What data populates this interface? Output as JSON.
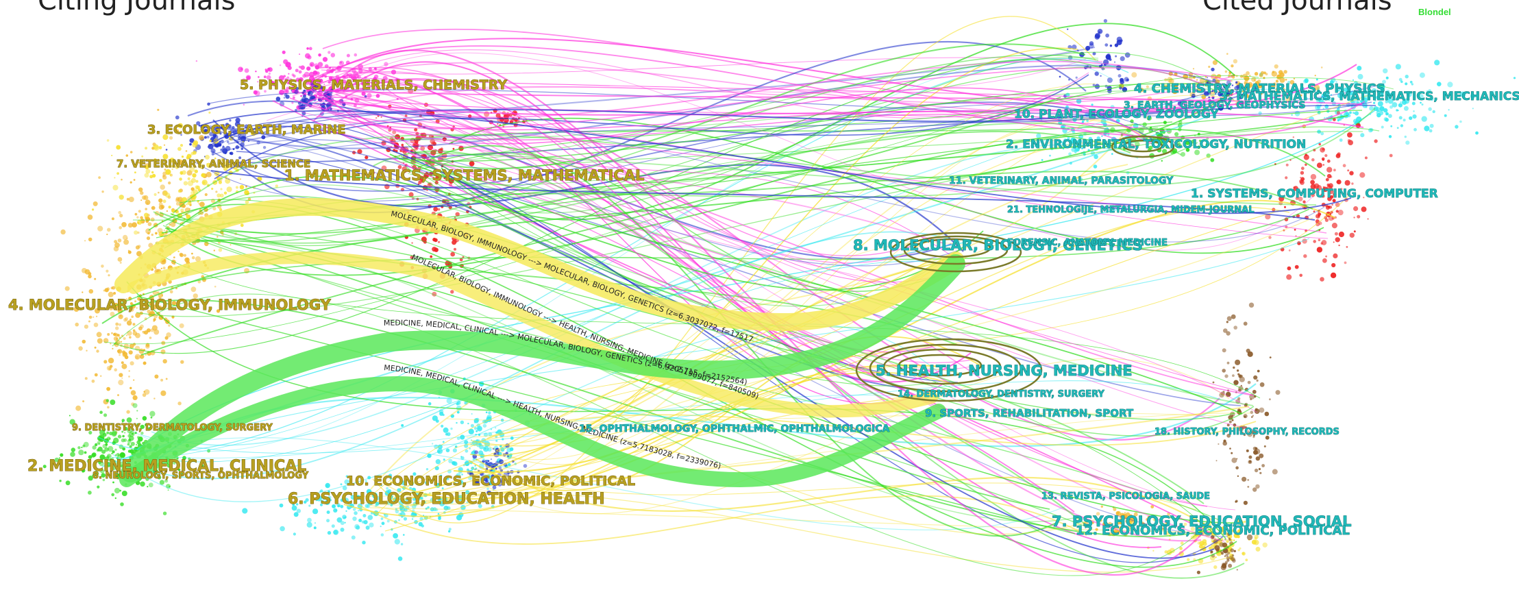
{
  "headers": {
    "left": "Citing Journals",
    "right": "Cited Journals",
    "algorithm": "Blondel"
  },
  "colors": {
    "magenta": "#ff33dd",
    "blue": "#2233cc",
    "red": "#ee2222",
    "yellow": "#f6e030",
    "orange": "#f2b830",
    "green": "#33dd22",
    "cyan": "#33e8f0",
    "brown": "#8a5a2a",
    "label_left": "#b8a020",
    "label_right": "#20b8b8",
    "ellipse": "#7a7a2a"
  },
  "left_labels": [
    {
      "id": "L5",
      "text": "5. PHYSICS, MATERIALS, CHEMISTRY"
    },
    {
      "id": "L3",
      "text": "3. ECOLOGY, EARTH, MARINE"
    },
    {
      "id": "L7",
      "text": "7. VETERINARY, ANIMAL, SCIENCE"
    },
    {
      "id": "L1",
      "text": "1. MATHEMATICS, SYSTEMS, MATHEMATICAL"
    },
    {
      "id": "L4",
      "text": "4. MOLECULAR, BIOLOGY, IMMUNOLOGY"
    },
    {
      "id": "L9",
      "text": "9. DENTISTRY, DERMATOLOGY, SURGERY"
    },
    {
      "id": "L2",
      "text": "2. MEDICINE, MEDICAL, CLINICAL"
    },
    {
      "id": "L8",
      "text": "8. NEUROLOGY, SPORTS, OPHTHALMOLOGY"
    },
    {
      "id": "L10",
      "text": "10. ECONOMICS, ECONOMIC, POLITICAL"
    },
    {
      "id": "L6",
      "text": "6. PSYCHOLOGY, EDUCATION, HEALTH"
    }
  ],
  "right_labels": [
    {
      "id": "R4",
      "text": "4. CHEMISTRY, MATERIALS, PHYSICS"
    },
    {
      "id": "R3a",
      "text": "3. MATHEMATICS, MATHEMATICS, MECHANICS"
    },
    {
      "id": "R3b",
      "text": "3. EARTH, GEOLOGY, GEOPHYSICS"
    },
    {
      "id": "R10",
      "text": "10. PLANT, ECOLOGY, ZOOLOGY"
    },
    {
      "id": "R2",
      "text": "2. ENVIRONMENTAL, TOXICOLOGY, NUTRITION"
    },
    {
      "id": "R11",
      "text": "11. VETERINARY, ANIMAL, PARASITOLOGY"
    },
    {
      "id": "R1",
      "text": "1. SYSTEMS, COMPUTING, COMPUTER"
    },
    {
      "id": "R21",
      "text": "21. TEHNOLOGIJE, METALURGIA, MIDEM-JOURNAL"
    },
    {
      "id": "R8",
      "text": "8. MOLECULAR, BIOLOGY, GENETICS"
    },
    {
      "id": "R_fa",
      "text": "FORENSIC, ANATOMY, MEDICINE"
    },
    {
      "id": "R5",
      "text": "5. HEALTH, NURSING, MEDICINE"
    },
    {
      "id": "R14",
      "text": "14. DERMATOLOGY, DENTISTRY, SURGERY"
    },
    {
      "id": "R9",
      "text": "9. SPORTS, REHABILITATION, SPORT"
    },
    {
      "id": "R15",
      "text": "15. OPHTHALMOLOGY, OPHTHALMIC, OPHTHALMOLOGICA"
    },
    {
      "id": "R18",
      "text": "18. HISTORY, PHILOSOPHY, RECORDS"
    },
    {
      "id": "R13",
      "text": "13. REVISTA, PSICOLOGIA, SAUDE"
    },
    {
      "id": "R7",
      "text": "7. PSYCHOLOGY, EDUCATION, SOCIAL"
    },
    {
      "id": "R12",
      "text": "12. ECONOMICS, ECONOMIC, POLITICAL"
    }
  ],
  "main_paths": [
    {
      "id": "P1",
      "text": "MOLECULAR, BIOLOGY, IMMUNOLOGY ---> MOLECULAR, BIOLOGY, GENETICS (z=6.3037072, f=1751768)"
    },
    {
      "id": "P2",
      "text": "MOLECULAR, BIOLOGY, IMMUNOLOGY ---> HEALTH, NURSING, MEDICINE (z=2.1909077, f=840509)"
    },
    {
      "id": "P3",
      "text": "MEDICINE, MEDICAL, CLINICAL ---> MOLECULAR, BIOLOGY, GENETICS (z=6.9205715, f=2152564)"
    },
    {
      "id": "P4",
      "text": "MEDICINE, MEDICAL, CLINICAL ---> HEALTH, NURSING, MEDICINE (z=5.7183028, f=2339076)"
    }
  ]
}
